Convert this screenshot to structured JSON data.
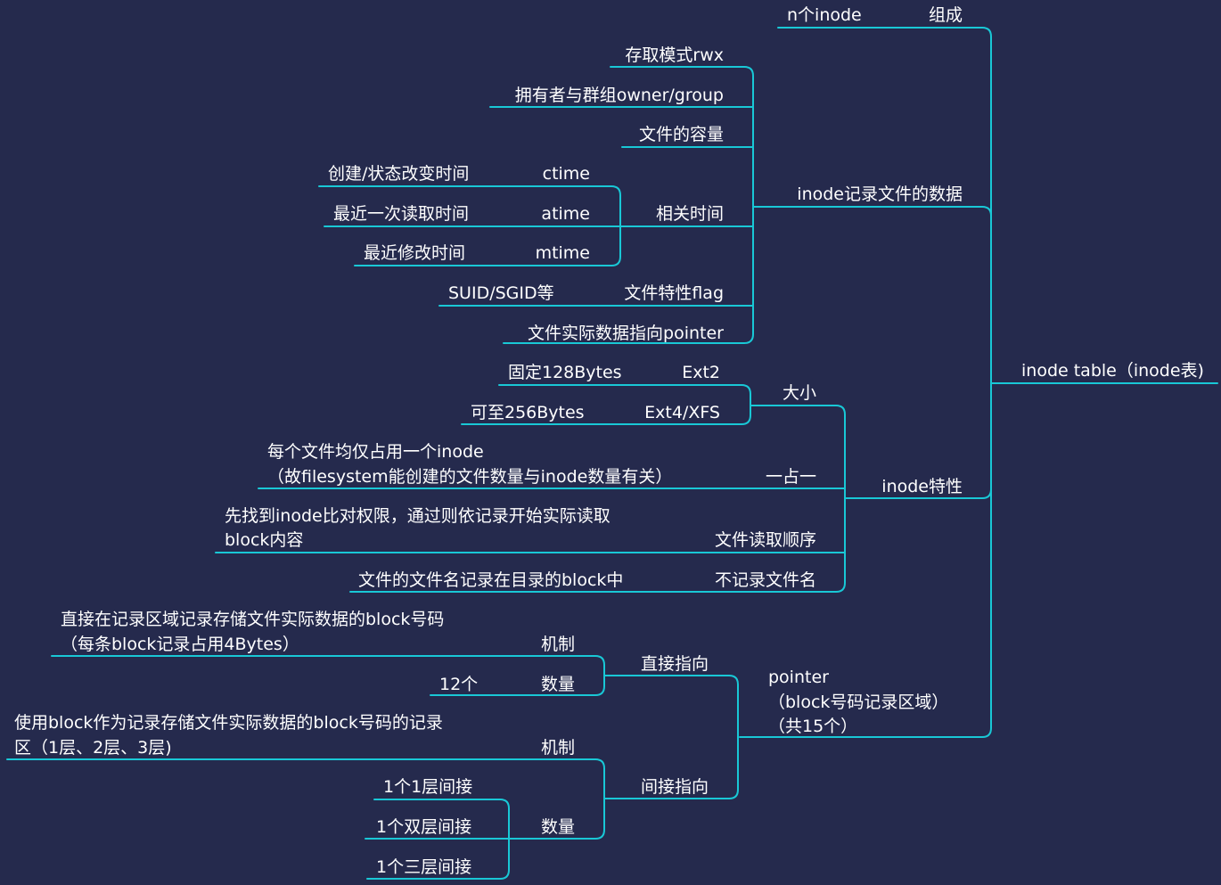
{
  "colors": {
    "background": "#252a4d",
    "line": "#19c8d6",
    "text": "#ffffff"
  },
  "nodes": [
    {
      "id": "root",
      "text": "inode table（inode表)"
    },
    {
      "id": "n_ninode",
      "text": "n个inode"
    },
    {
      "id": "n_zucheng",
      "text": "组成"
    },
    {
      "id": "n_record",
      "text": "inode记录文件的数据"
    },
    {
      "id": "n_mode",
      "text": "存取模式rwx"
    },
    {
      "id": "n_owner",
      "text": "拥有者与群组owner/group"
    },
    {
      "id": "n_size",
      "text": "文件的容量"
    },
    {
      "id": "n_time",
      "text": "相关时间"
    },
    {
      "id": "n_ctime_desc",
      "text": "创建/状态改变时间"
    },
    {
      "id": "n_ctime",
      "text": "ctime"
    },
    {
      "id": "n_atime_desc",
      "text": "最近一次读取时间"
    },
    {
      "id": "n_atime",
      "text": "atime"
    },
    {
      "id": "n_mtime_desc",
      "text": "最近修改时间"
    },
    {
      "id": "n_mtime",
      "text": "mtime"
    },
    {
      "id": "n_suid",
      "text": "SUID/SGID等"
    },
    {
      "id": "n_flag",
      "text": "文件特性flag"
    },
    {
      "id": "n_pointer_item",
      "text": "文件实际数据指向pointer"
    },
    {
      "id": "n_feature",
      "text": "inode特性"
    },
    {
      "id": "n_dax",
      "text": "大小"
    },
    {
      "id": "n_128",
      "text": "固定128Bytes"
    },
    {
      "id": "n_ext2",
      "text": "Ext2"
    },
    {
      "id": "n_256",
      "text": "可至256Bytes"
    },
    {
      "id": "n_ext4",
      "text": "Ext4/XFS"
    },
    {
      "id": "n_one",
      "text": "一占一"
    },
    {
      "id": "n_one_desc1",
      "text": "每个文件均仅占用一个inode"
    },
    {
      "id": "n_one_desc2",
      "text": "（故filesystem能创建的文件数量与inode数量有关）"
    },
    {
      "id": "n_order",
      "text": "文件读取顺序"
    },
    {
      "id": "n_order_desc1",
      "text": "先找到inode比对权限，通过则依记录开始实际读取"
    },
    {
      "id": "n_order_desc2",
      "text": "block内容"
    },
    {
      "id": "n_noname",
      "text": "不记录文件名"
    },
    {
      "id": "n_noname_desc",
      "text": "文件的文件名记录在目录的block中"
    },
    {
      "id": "n_ptr1",
      "text": "pointer"
    },
    {
      "id": "n_ptr2",
      "text": "（block号码记录区域）"
    },
    {
      "id": "n_ptr3",
      "text": "（共15个）"
    },
    {
      "id": "n_direct",
      "text": "直接指向"
    },
    {
      "id": "n_d_mech",
      "text": "机制"
    },
    {
      "id": "n_d_mech_desc1",
      "text": "直接在记录区域记录存储文件实际数据的block号码"
    },
    {
      "id": "n_d_mech_desc2",
      "text": "（每条block记录占用4Bytes）"
    },
    {
      "id": "n_d_count",
      "text": "数量"
    },
    {
      "id": "n_d_12",
      "text": "12个"
    },
    {
      "id": "n_indirect",
      "text": "间接指向"
    },
    {
      "id": "n_i_mech",
      "text": "机制"
    },
    {
      "id": "n_i_mech_desc1",
      "text": "使用block作为记录存储文件实际数据的block号码的记录"
    },
    {
      "id": "n_i_mech_desc2",
      "text": "区（1层、2层、3层)"
    },
    {
      "id": "n_i_count",
      "text": "数量"
    },
    {
      "id": "n_i_1",
      "text": "1个1层间接"
    },
    {
      "id": "n_i_2",
      "text": "1个双层间接"
    },
    {
      "id": "n_i_3",
      "text": "1个三层间接"
    }
  ]
}
